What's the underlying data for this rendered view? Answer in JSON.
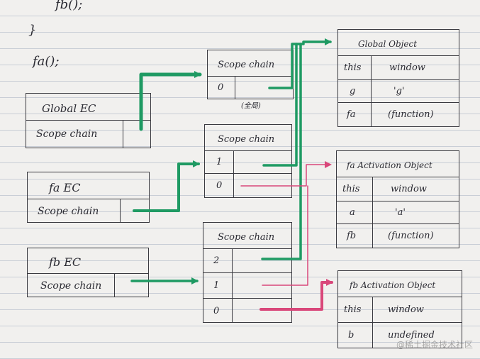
{
  "code": {
    "line1": "fb();",
    "line2": "}",
    "line3": "fa();"
  },
  "ec": {
    "global": {
      "title": "Global EC",
      "slot": "Scope chain"
    },
    "fa": {
      "title": "fa EC",
      "slot": "Scope chain"
    },
    "fb": {
      "title": "fb EC",
      "slot": "Scope chain"
    }
  },
  "scope_chains": {
    "top": {
      "header": "Scope chain",
      "rows": [
        "0"
      ],
      "note": "(全局)"
    },
    "middle": {
      "header": "Scope chain",
      "rows": [
        "1",
        "0"
      ]
    },
    "bottom": {
      "header": "Scope chain",
      "rows": [
        "2",
        "1",
        "0"
      ]
    }
  },
  "objects": {
    "global": {
      "title": "Global Object",
      "rows": [
        [
          "this",
          "window"
        ],
        [
          "g",
          "'g'"
        ],
        [
          "fa",
          "(function)"
        ]
      ]
    },
    "fa": {
      "title": "fa Activation Object",
      "rows": [
        [
          "this",
          "window"
        ],
        [
          "a",
          "'a'"
        ],
        [
          "fb",
          "(function)"
        ]
      ]
    },
    "fb": {
      "title": "fb Activation Object",
      "rows": [
        [
          "this",
          "window"
        ],
        [
          "b",
          "undefined"
        ]
      ]
    }
  },
  "colors": {
    "green": "#1f9a63",
    "pink": "#d9477a",
    "ink": "#3a3a40"
  },
  "watermark": "@稀土掘金技术社区"
}
